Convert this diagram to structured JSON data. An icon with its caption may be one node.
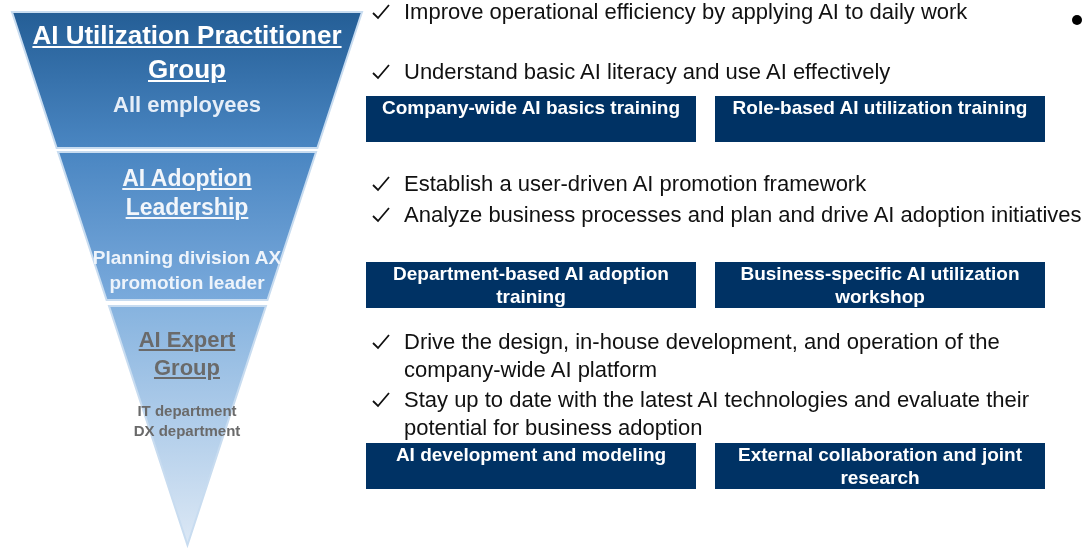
{
  "diagram": {
    "nodes": [
      {
        "text": [
          "AI Utilization Practitioner Group",
          "All employees"
        ]
      },
      {
        "text": [
          "AI Adoption Leadership",
          "Planning division AX promotion leader"
        ]
      },
      {
        "text": [
          "AI Expert Group",
          "IT department DX department"
        ]
      },
      {
        "text": [
          "Company-wide AI basics training"
        ]
      },
      {
        "text": [
          "Role-based AI utilization training"
        ]
      },
      {
        "text": [
          "Department-based AI adoption training"
        ]
      },
      {
        "text": [
          "Business-specific AI utilization workshop"
        ]
      },
      {
        "text": [
          "AI development and modeling"
        ]
      },
      {
        "text": [
          "External collaboration and joint research"
        ]
      }
    ],
    "labels": [
      "Improve operational efficiency by applying AI to daily work",
      "Understand basic AI literacy and use AI effectively",
      "Establish a user-driven AI promotion framework",
      "Analyze business processes and plan and drive AI adoption initiatives",
      "Drive the design, in-house development, and operation of the company-wide AI platform",
      "Stay up to date with the latest AI technologies and evaluate their potential for business adoption"
    ]
  }
}
